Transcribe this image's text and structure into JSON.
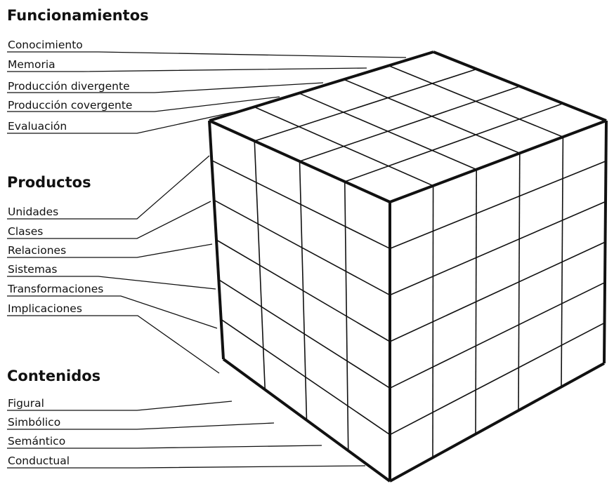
{
  "sections": [
    {
      "title": "Funcionamientos",
      "items": [
        "Conocimiento",
        "Memoria",
        "Producción divergente",
        "Producción covergente",
        "Evaluación"
      ]
    },
    {
      "title": "Productos",
      "items": [
        "Unidades",
        "Clases",
        "Relaciones",
        "Sistemas",
        "Transformaciones",
        "Implicaciones"
      ]
    },
    {
      "title": "Contenidos",
      "items": [
        "Figural",
        "Simbólico",
        "Semántico",
        "Conductual"
      ]
    }
  ],
  "cube": {
    "front_columns": 4,
    "right_columns": 5,
    "rows": 6,
    "top_columns": 4,
    "top_rows": 5
  },
  "colors": {
    "ink": "#111111",
    "background": "#ffffff"
  }
}
